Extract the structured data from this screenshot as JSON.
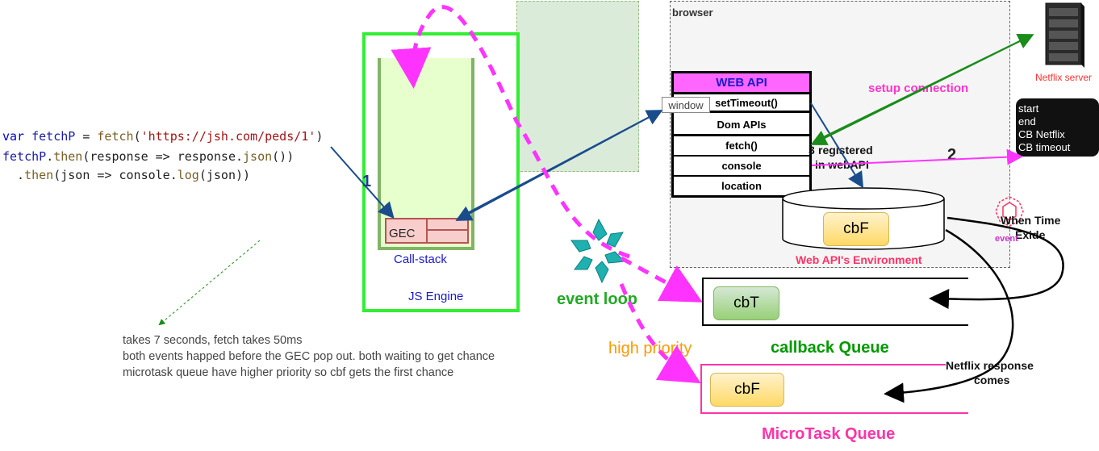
{
  "code": {
    "line1": {
      "a": "var ",
      "b": "fetchP",
      "c": " = ",
      "d": "fetch",
      "e": "(",
      "f": "'https://jsh.com/peds/1'",
      "g": ")"
    },
    "line2": {
      "a": "fetchP",
      "b": ".",
      "c": "then",
      "d": "(response => response.",
      "e": "json",
      "f": "())"
    },
    "line3": {
      "a": "  .",
      "b": "then",
      "c": "(json => console.",
      "d": "log",
      "e": "(json))"
    }
  },
  "notes": [
    "takes 7 seconds, fetch takes 50ms",
    "both events happed before the GEC pop out. both waiting to get chance",
    "microtask queue have higher priority so cbf gets the first chance"
  ],
  "engine": {
    "js_engine_label": "JS Engine",
    "call_stack_label": "Call-stack",
    "gec_label": "GEC",
    "step1": "1"
  },
  "browser": {
    "label": "browser",
    "window_label": "window",
    "web_api_title": "WEB API",
    "apis": [
      "setTimeout()",
      "Dom APIs",
      "fetch()",
      "console",
      "location"
    ],
    "registered_label": "registered",
    "registered_label2": "in webAPI",
    "registered_number": "3",
    "env_label": "Web API's Environment",
    "env_cb": "cbF"
  },
  "server": {
    "label": "Netflix server",
    "setup_connection": "setup connection",
    "step2": "2",
    "panel_lines": [
      "start",
      "end",
      "CB Netflix",
      "CB timeout"
    ]
  },
  "timer": {
    "when_time": "When Time",
    "exide": "Exide",
    "event": "event"
  },
  "event_loop": {
    "label": "event loop",
    "high_priority": "high priority"
  },
  "callback_queue": {
    "label": "callback Queue",
    "item": "cbT"
  },
  "microtask_queue": {
    "label": "MicroTask Queue",
    "item": "cbF",
    "netflix_response": "Netflix response",
    "netflix_response2": "comes"
  },
  "colors": {
    "engine_border": "#33ee33",
    "stack_fill": "#e6ffcc",
    "web_api_header": "#ff66ff",
    "magenta": "#ff33cc",
    "queue_green": "#009900",
    "env_label": "#ff3366"
  }
}
